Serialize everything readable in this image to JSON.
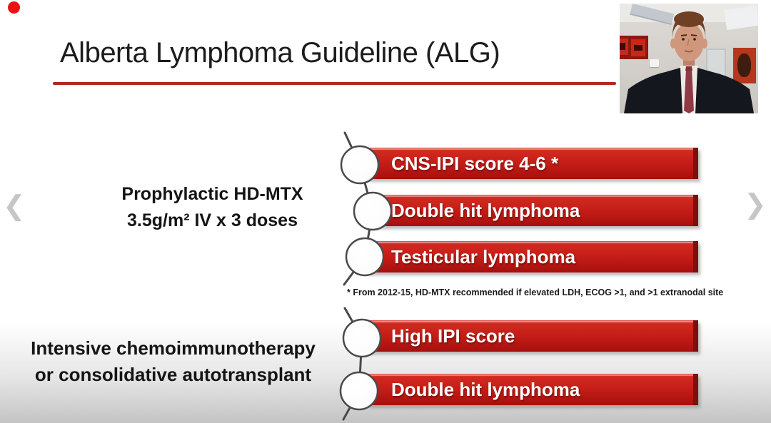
{
  "colors": {
    "accent_red": "#c41d17",
    "underline_red": "#b2271f",
    "recording_dot": "#ee1111"
  },
  "title": {
    "text": "Alberta Lymphoma Guideline (ALG)"
  },
  "nav": {
    "prev_icon": "❮",
    "next_icon": "❯"
  },
  "groups": [
    {
      "label_lines": [
        "Prophylactic HD-MTX",
        "3.5g/m² IV x 3 doses"
      ],
      "items": [
        "CNS-IPI score 4-6 *",
        "Double hit lymphoma",
        "Testicular lymphoma"
      ],
      "footnote": "* From 2012-15, HD-MTX recommended if elevated LDH, ECOG >1, and >1 extranodal site"
    },
    {
      "label_lines": [
        "Intensive chemoimmunotherapy",
        "or consolidative autotransplant"
      ],
      "items": [
        "High IPI score",
        "Double hit lymphoma"
      ]
    }
  ]
}
